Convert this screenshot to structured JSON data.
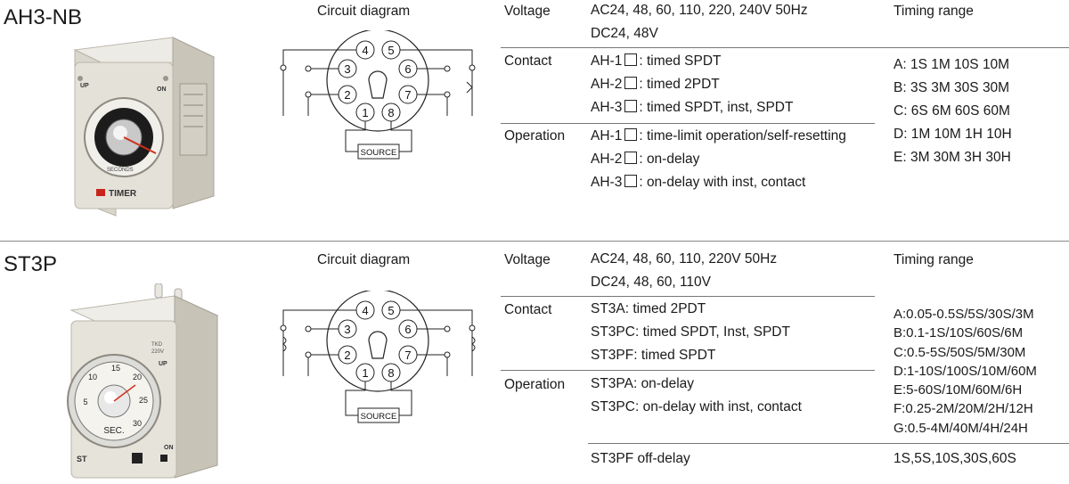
{
  "sections": [
    {
      "model": "AH3-NB",
      "circuit_title": "Circuit diagram",
      "source_label": "SOURCE",
      "pins": [
        "1",
        "2",
        "3",
        "4",
        "5",
        "6",
        "7",
        "8"
      ],
      "voltage_label": "Voltage",
      "voltage_lines": [
        "AC24, 48, 60, 110, 220, 240V  50Hz",
        "DC24, 48V"
      ],
      "contact_label": "Contact",
      "contact_lines": [
        {
          "pre": "AH-1",
          "post": ": timed SPDT"
        },
        {
          "pre": "AH-2",
          "post": ": timed 2PDT"
        },
        {
          "pre": "AH-3",
          "post": ": timed SPDT, inst, SPDT"
        }
      ],
      "operation_label": "Operation",
      "operation_lines": [
        {
          "pre": "AH-1",
          "post": ": time-limit operation/self-resetting"
        },
        {
          "pre": "AH-2",
          "post": ": on-delay"
        },
        {
          "pre": "AH-3",
          "post": ": on-delay with inst, contact"
        }
      ],
      "timing_label": "Timing range",
      "timing_lines": [
        "A: 1S 1M 10S 10M",
        "B: 3S 3M 30S 30M",
        "C: 6S 6M 60S 60M",
        "D: 1M 10M 1H 10H",
        "E: 3M 30M 3H 30H"
      ],
      "device_labels": {
        "up": "UP",
        "on": "ON",
        "dial": "SECONDS",
        "brand": "TIMER"
      }
    },
    {
      "model": "ST3P",
      "circuit_title": "Circuit diagram",
      "source_label": "SOURCE",
      "pins": [
        "1",
        "2",
        "3",
        "4",
        "5",
        "6",
        "7",
        "8"
      ],
      "voltage_label": "Voltage",
      "voltage_lines": [
        "AC24, 48, 60, 110, 220V  50Hz",
        "DC24, 48, 60, 110V"
      ],
      "contact_label": "Contact",
      "contact_lines": [
        "ST3A: timed 2PDT",
        "ST3PC: timed SPDT, Inst, SPDT",
        "ST3PF: timed SPDT"
      ],
      "operation_label": "Operation",
      "operation_lines": [
        "ST3PA: on-delay",
        "ST3PC: on-delay with inst, contact"
      ],
      "off_delay": "ST3PF off-delay",
      "timing_label": "Timing range",
      "timing_lines": [
        "A:0.05-0.5S/5S/30S/3M",
        "B:0.1-1S/10S/60S/6M",
        "C:0.5-5S/50S/5M/30M",
        "D:1-10S/100S/10M/60M",
        "E:5-60S/10M/60M/6H",
        "F:0.25-2M/20M/2H/12H",
        "G:0.5-4M/40M/4H/24H"
      ],
      "timing_extra": "1S,5S,10S,30S,60S",
      "device_labels": {
        "up": "UP",
        "on": "ON",
        "dial": "SEC.",
        "dial_nums": [
          "5",
          "10",
          "15",
          "20",
          "25",
          "30"
        ],
        "mark": "ST"
      }
    }
  ],
  "colors": {
    "device_body": "#dedbd2",
    "device_face": "#e9e7e0",
    "brand_red": "#c8241c",
    "dial_red": "#d0301c",
    "line": "#777777"
  }
}
